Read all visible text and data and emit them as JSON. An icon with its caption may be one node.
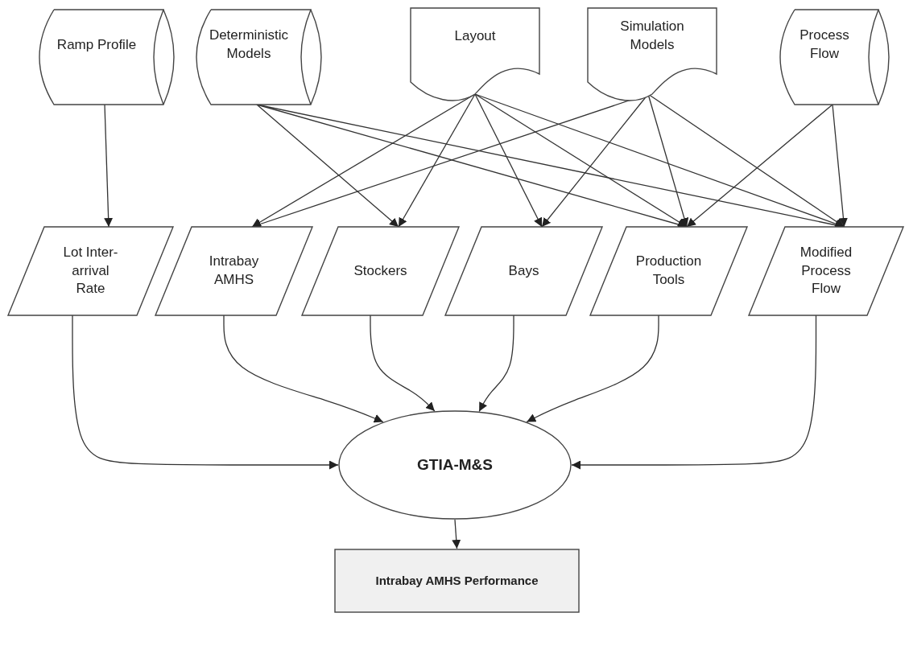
{
  "diagram": {
    "nodes": [
      {
        "text": [
          "Ramp Profile"
        ]
      },
      {
        "text": [
          "Deterministic Models"
        ]
      },
      {
        "text": [
          "Layout"
        ]
      },
      {
        "text": [
          "Simulation Models"
        ]
      },
      {
        "text": [
          "Process Flow"
        ]
      },
      {
        "text": [
          "Lot Inter-arrival Rate"
        ]
      },
      {
        "text": [
          "Intrabay AMHS"
        ]
      },
      {
        "text": [
          "Stockers"
        ]
      },
      {
        "text": [
          "Bays"
        ]
      },
      {
        "text": [
          "Production Tools"
        ]
      },
      {
        "text": [
          "Modified Process Flow"
        ]
      },
      {
        "text": [
          "GTIA-M&S"
        ]
      },
      {
        "text": [
          "Intrabay AMHS Performance"
        ]
      }
    ],
    "edges": [
      {
        "from": 0,
        "to": 5,
        "arrow": "to"
      },
      {
        "from": 1,
        "to": 7,
        "arrow": "to"
      },
      {
        "from": 1,
        "to": 9,
        "arrow": "to"
      },
      {
        "from": 1,
        "to": 10,
        "arrow": "to"
      },
      {
        "from": 2,
        "to": 6,
        "arrow": "to"
      },
      {
        "from": 2,
        "to": 7,
        "arrow": "to"
      },
      {
        "from": 2,
        "to": 8,
        "arrow": "to"
      },
      {
        "from": 2,
        "to": 9,
        "arrow": "to"
      },
      {
        "from": 2,
        "to": 10,
        "arrow": "to"
      },
      {
        "from": 3,
        "to": 6,
        "arrow": "to"
      },
      {
        "from": 3,
        "to": 8,
        "arrow": "to"
      },
      {
        "from": 3,
        "to": 9,
        "arrow": "to"
      },
      {
        "from": 3,
        "to": 10,
        "arrow": "to"
      },
      {
        "from": 4,
        "to": 9,
        "arrow": "to"
      },
      {
        "from": 4,
        "to": 10,
        "arrow": "to"
      },
      {
        "from": 5,
        "to": 11,
        "arrow": "to"
      },
      {
        "from": 6,
        "to": 11,
        "arrow": "to"
      },
      {
        "from": 7,
        "to": 11,
        "arrow": "to"
      },
      {
        "from": 8,
        "to": 11,
        "arrow": "to"
      },
      {
        "from": 9,
        "to": 11,
        "arrow": "to"
      },
      {
        "from": 10,
        "to": 11,
        "arrow": "to"
      },
      {
        "from": 11,
        "to": 12,
        "arrow": "to"
      }
    ]
  }
}
